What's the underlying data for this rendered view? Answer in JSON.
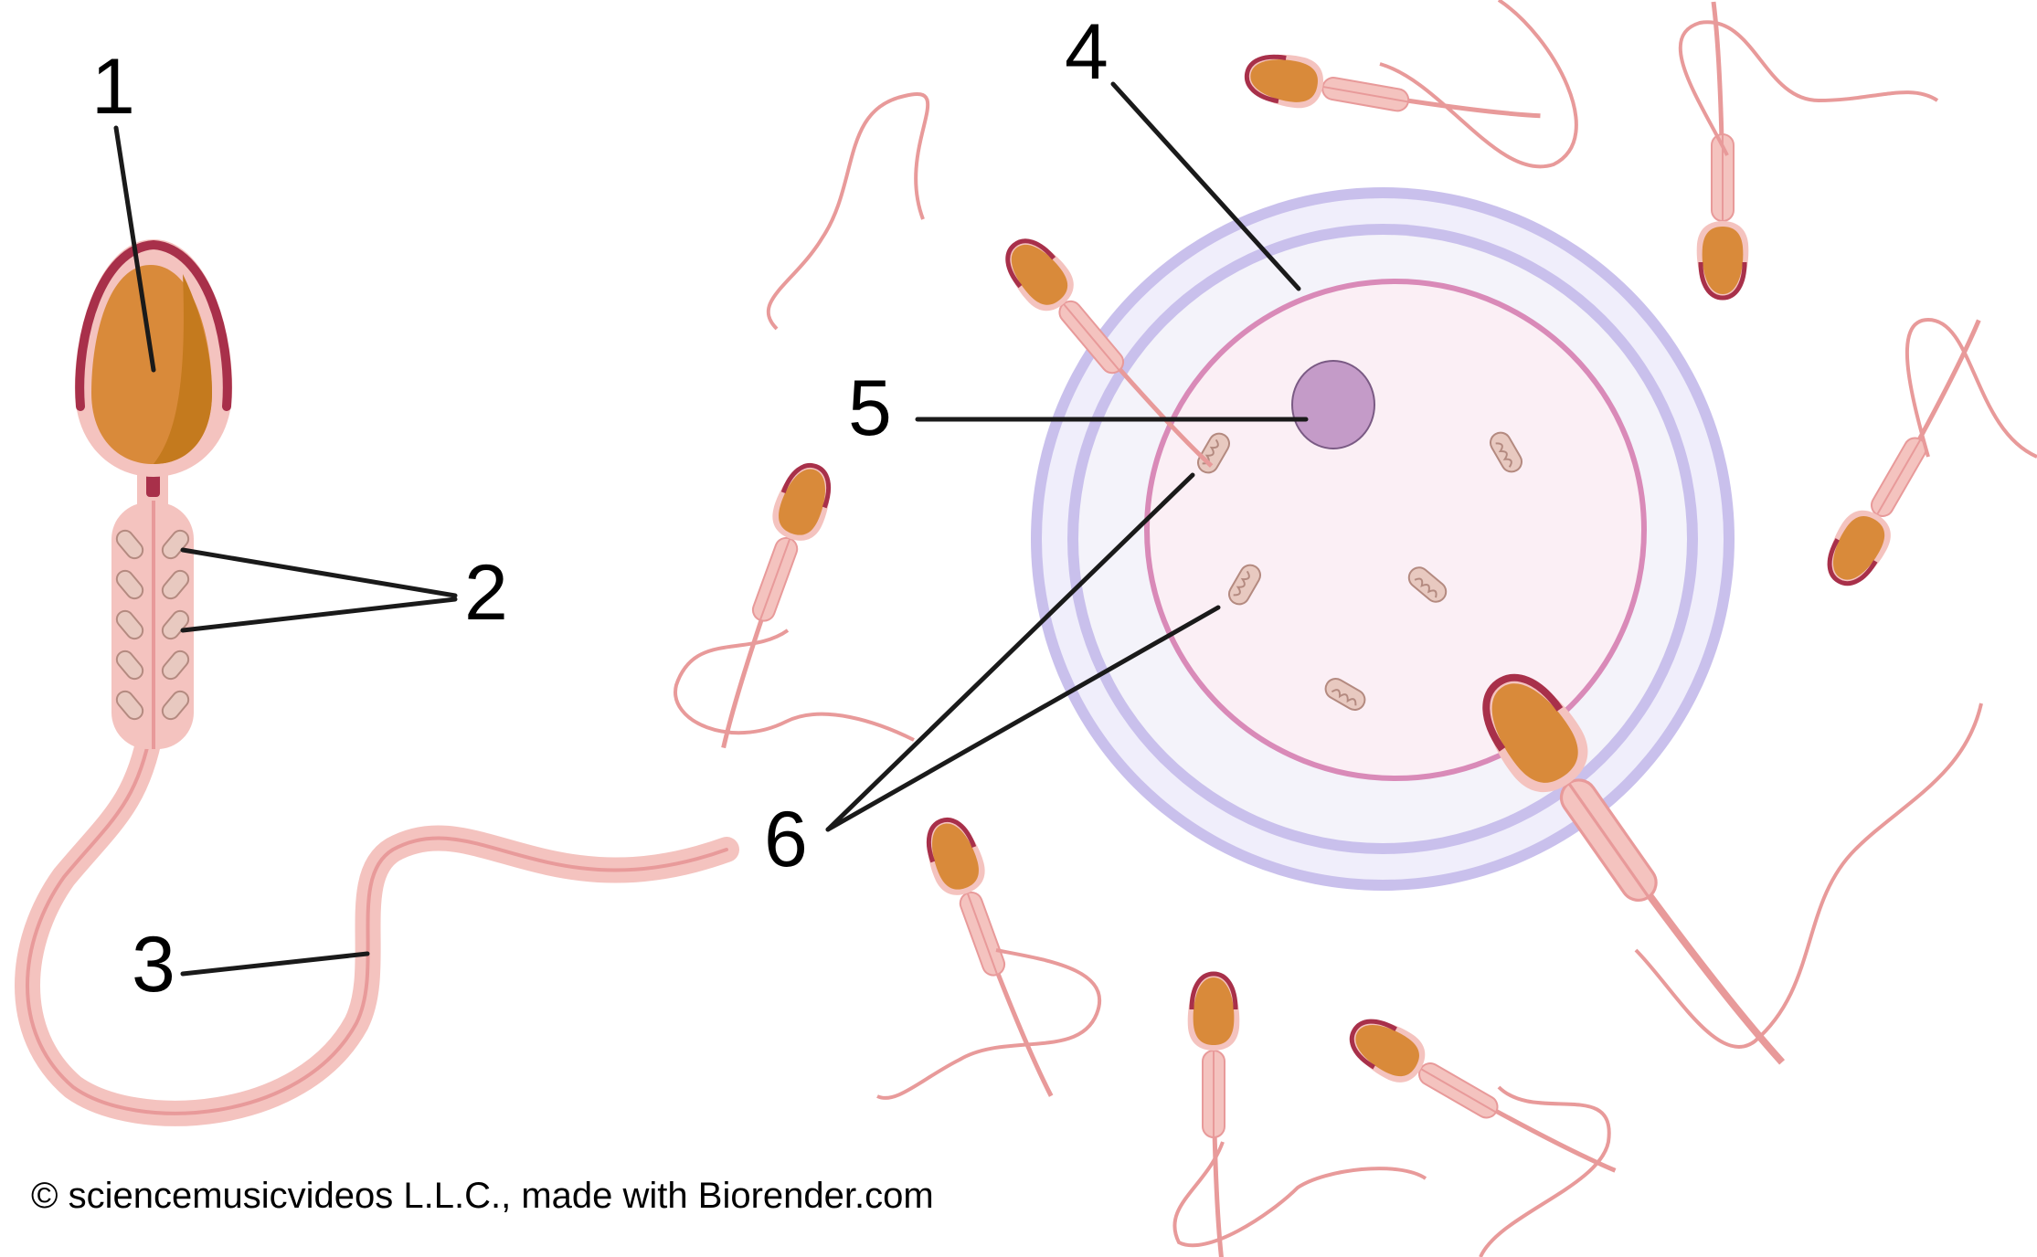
{
  "labels": {
    "l1": "1",
    "l2": "2",
    "l3": "3",
    "l4": "4",
    "l5": "5",
    "l6": "6"
  },
  "credit": "© sciencemusicvideos L.L.C., made with Biorender.com",
  "colors": {
    "head_fill": "#d98a3a",
    "head_dark": "#c47a1e",
    "acrosome": "#a8304a",
    "body_pink": "#f4c3bf",
    "flagellum": "#e89a9a",
    "zona": "#c9c0ec",
    "zona_light": "#f0eefb",
    "membrane": "#d98ab8",
    "cytoplasm": "#fbeff5",
    "nucleus": "#c49bc8",
    "mito": "#e8c9c0",
    "leader": "#1a1a1a"
  }
}
